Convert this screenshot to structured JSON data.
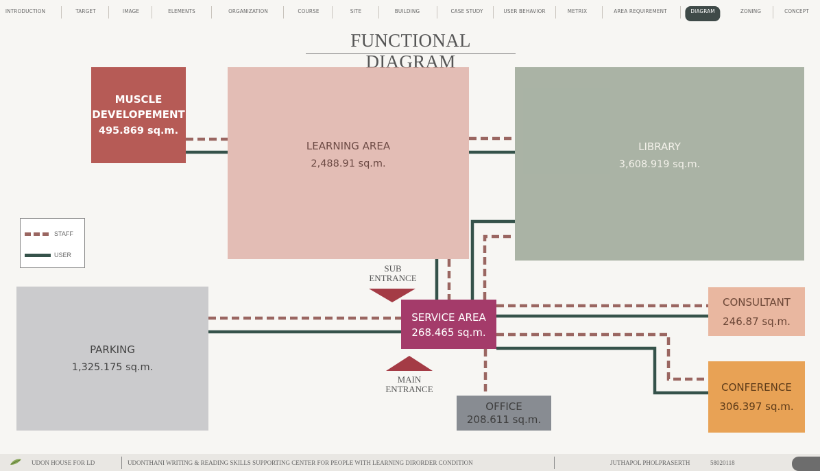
{
  "nav": {
    "items": [
      "INTRODUCTION",
      "TARGET",
      "IMAGE",
      "ELEMENTS",
      "ORGANIZATION",
      "COURSE",
      "SITE",
      "BUILDING",
      "CASE STUDY",
      "USER BEHAVIOR",
      "METRIX",
      "AREA REQUIREMENT",
      "DIAGRAM",
      "ZONING",
      "CONCEPT"
    ],
    "active": "DIAGRAM"
  },
  "title": "FUNCTIONAL DIAGRAM",
  "spaces": {
    "muscle": {
      "name_1": "MUSCLE",
      "name_2": "DEVELOPEMENT",
      "area": "495.869 sq.m.",
      "color": "#b65b56"
    },
    "learning": {
      "name": "LEARNING AREA",
      "area": "2,488.91 sq.m.",
      "color": "#dcaaa0"
    },
    "library": {
      "name": "LIBRARY",
      "area": "3,608.919 sq.m.",
      "color": "#96a291"
    },
    "parking": {
      "name": "PARKING",
      "area": "1,325.175 sq.m.",
      "color": "#cbcbcd"
    },
    "service": {
      "name": "SERVICE AREA",
      "area": "268.465 sq.m.",
      "color": "#a43b6a"
    },
    "consultant": {
      "name": "CONSULTANT",
      "area": "246.87 sq.m.",
      "color": "#e9b7a0"
    },
    "conference": {
      "name": "CONFERENCE",
      "area": "306.397 sq.m.",
      "color": "#e8a255"
    },
    "office": {
      "name": "OFFICE",
      "area": "208.611 sq.m.",
      "color": "#888c92"
    }
  },
  "legend": {
    "staff": "STAFF",
    "user": "USER",
    "staff_color": "#9a6661",
    "user_color": "#35524a"
  },
  "entrances": {
    "sub_1": "SUB",
    "sub_2": "ENTRANCE",
    "main_1": "MAIN",
    "main_2": "ENTRANCE"
  },
  "footer": {
    "brand": "UDON HOUSE FOR LD",
    "project": "UDONTHANI WRITING & READING SKILLS SUPPORTING CENTER FOR PEOPLE WITH LEARNING DIRORDER CONDITION",
    "author": "JUTHAPOL PHOLPRASERTH",
    "student_id": "58020118"
  }
}
